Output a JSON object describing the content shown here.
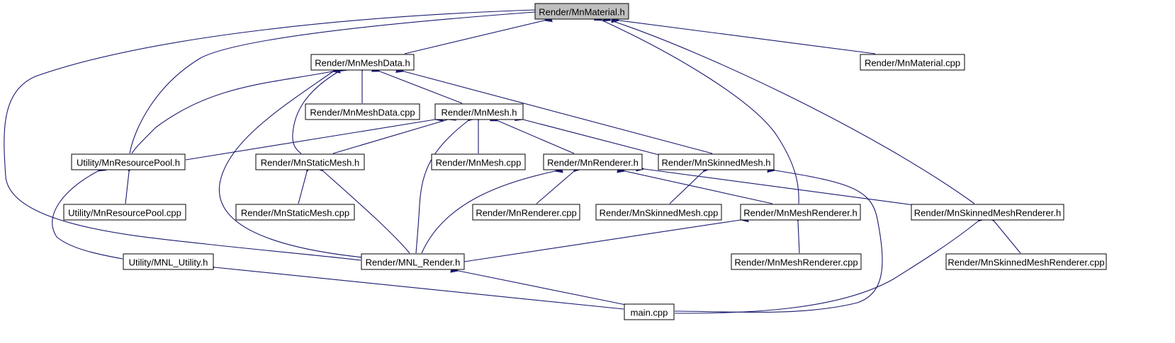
{
  "diagram": {
    "colors": {
      "edge": "#191970",
      "node_fill": "#ffffff",
      "root_fill": "#bfbfbf",
      "node_border": "#000000"
    },
    "nodes": [
      {
        "id": "material_h",
        "label": "Render/MnMaterial.h",
        "root": true
      },
      {
        "id": "meshdata_h",
        "label": "Render/MnMeshData.h"
      },
      {
        "id": "material_cpp",
        "label": "Render/MnMaterial.cpp"
      },
      {
        "id": "meshdata_cpp",
        "label": "Render/MnMeshData.cpp"
      },
      {
        "id": "mesh_h",
        "label": "Render/MnMesh.h"
      },
      {
        "id": "resourcepool_h",
        "label": "Utility/MnResourcePool.h"
      },
      {
        "id": "staticmesh_h",
        "label": "Render/MnStaticMesh.h"
      },
      {
        "id": "mesh_cpp",
        "label": "Render/MnMesh.cpp"
      },
      {
        "id": "renderer_h",
        "label": "Render/MnRenderer.h"
      },
      {
        "id": "skinnedmesh_h",
        "label": "Render/MnSkinnedMesh.h"
      },
      {
        "id": "resourcepool_cpp",
        "label": "Utility/MnResourcePool.cpp"
      },
      {
        "id": "staticmesh_cpp",
        "label": "Render/MnStaticMesh.cpp"
      },
      {
        "id": "renderer_cpp",
        "label": "Render/MnRenderer.cpp"
      },
      {
        "id": "skinnedmesh_cpp",
        "label": "Render/MnSkinnedMesh.cpp"
      },
      {
        "id": "meshrenderer_h",
        "label": "Render/MnMeshRenderer.h"
      },
      {
        "id": "skinnedmeshrenderer_h",
        "label": "Render/MnSkinnedMeshRenderer.h"
      },
      {
        "id": "mnl_utility_h",
        "label": "Utility/MNL_Utility.h"
      },
      {
        "id": "mnl_render_h",
        "label": "Render/MNL_Render.h"
      },
      {
        "id": "meshrenderer_cpp",
        "label": "Render/MnMeshRenderer.cpp"
      },
      {
        "id": "skinnedmeshrenderer_cpp",
        "label": "Render/MnSkinnedMeshRenderer.cpp"
      },
      {
        "id": "main_cpp",
        "label": "main.cpp"
      }
    ],
    "edges": [
      {
        "from": "material_h",
        "to": "meshdata_h"
      },
      {
        "from": "material_h",
        "to": "material_cpp"
      },
      {
        "from": "material_h",
        "to": "resourcepool_h"
      },
      {
        "from": "material_h",
        "to": "mnl_render_h"
      },
      {
        "from": "material_h",
        "to": "meshrenderer_h"
      },
      {
        "from": "material_h",
        "to": "skinnedmeshrenderer_h"
      },
      {
        "from": "meshdata_h",
        "to": "meshdata_cpp"
      },
      {
        "from": "meshdata_h",
        "to": "mesh_h"
      },
      {
        "from": "meshdata_h",
        "to": "resourcepool_h"
      },
      {
        "from": "meshdata_h",
        "to": "staticmesh_h"
      },
      {
        "from": "meshdata_h",
        "to": "skinnedmesh_h"
      },
      {
        "from": "meshdata_h",
        "to": "mnl_render_h"
      },
      {
        "from": "mesh_h",
        "to": "resourcepool_h"
      },
      {
        "from": "mesh_h",
        "to": "staticmesh_h"
      },
      {
        "from": "mesh_h",
        "to": "mesh_cpp"
      },
      {
        "from": "mesh_h",
        "to": "renderer_h"
      },
      {
        "from": "mesh_h",
        "to": "skinnedmesh_h"
      },
      {
        "from": "mesh_h",
        "to": "mnl_render_h"
      },
      {
        "from": "resourcepool_h",
        "to": "resourcepool_cpp"
      },
      {
        "from": "resourcepool_h",
        "to": "mnl_utility_h"
      },
      {
        "from": "staticmesh_h",
        "to": "staticmesh_cpp"
      },
      {
        "from": "staticmesh_h",
        "to": "mnl_render_h"
      },
      {
        "from": "renderer_h",
        "to": "renderer_cpp"
      },
      {
        "from": "renderer_h",
        "to": "mnl_render_h"
      },
      {
        "from": "renderer_h",
        "to": "meshrenderer_h"
      },
      {
        "from": "renderer_h",
        "to": "skinnedmeshrenderer_h"
      },
      {
        "from": "skinnedmesh_h",
        "to": "skinnedmesh_cpp"
      },
      {
        "from": "skinnedmesh_h",
        "to": "main_cpp"
      },
      {
        "from": "meshrenderer_h",
        "to": "meshrenderer_cpp"
      },
      {
        "from": "meshrenderer_h",
        "to": "mnl_render_h"
      },
      {
        "from": "skinnedmeshrenderer_h",
        "to": "skinnedmeshrenderer_cpp"
      },
      {
        "from": "skinnedmeshrenderer_h",
        "to": "main_cpp"
      },
      {
        "from": "mnl_utility_h",
        "to": "main_cpp"
      },
      {
        "from": "mnl_render_h",
        "to": "main_cpp"
      }
    ]
  }
}
